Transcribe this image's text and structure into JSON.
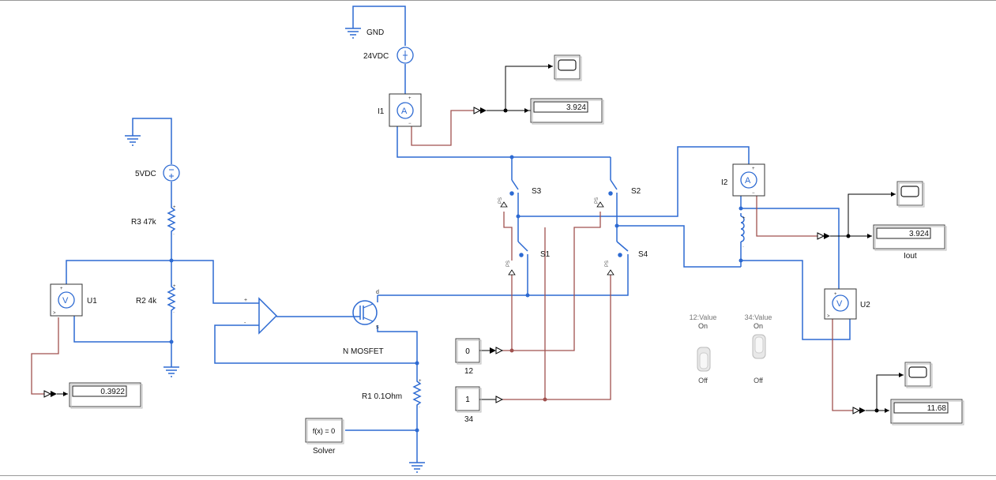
{
  "colors": {
    "physical_wire": "#2d6ad2",
    "signal_wire": "#a0524f",
    "block_border": "#333333"
  },
  "labels": {
    "gnd": "GND",
    "v24": "24VDC",
    "v5": "5VDC",
    "i1": "I1",
    "i2": "I2",
    "r3": "R3 47k",
    "r2": "R2 4k",
    "r1": "R1 0.1Ohm",
    "u1": "U1",
    "u2": "U2",
    "s1": "S1",
    "s2": "S2",
    "s3": "S3",
    "s4": "S4",
    "mosfet": "N MOSFET",
    "mosfet_d": "d",
    "mosfet_s": "s",
    "opamp_plus": "+",
    "opamp_minus": "-",
    "ps": "PS",
    "iout": "Iout",
    "solver": "Solver",
    "const12_name": "12",
    "const34_name": "34"
  },
  "displays": {
    "i1_current": "3.924",
    "iout": "3.924",
    "u1_voltage": "0.3922",
    "u2_voltage": "11.68"
  },
  "constants": {
    "const12": "0",
    "const34": "1"
  },
  "solver_text": "f(x) = 0",
  "toggles": [
    {
      "title": "12:Value",
      "on": "On",
      "off": "Off"
    },
    {
      "title": "34:Value",
      "on": "On",
      "off": "Off"
    }
  ],
  "icons": [
    "scope-icon",
    "ground-icon",
    "dc-voltage-source-icon",
    "ammeter-icon",
    "voltmeter-icon",
    "resistor-icon",
    "inductor-icon",
    "switch-icon",
    "opamp-icon",
    "mosfet-icon",
    "toggle-switch-icon"
  ]
}
